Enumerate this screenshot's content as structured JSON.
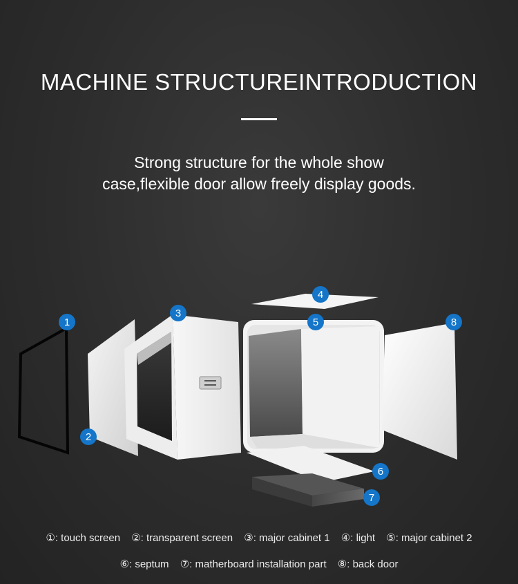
{
  "title": "MACHINE STRUCTUREINTRODUCTION",
  "subtitle": {
    "line1": "Strong structure for the whole show",
    "line2": "case,flexible door allow freely display goods."
  },
  "badges": [
    "1",
    "2",
    "3",
    "4",
    "5",
    "6",
    "7",
    "8"
  ],
  "legend": {
    "row1": [
      "①: touch screen",
      "②: transparent screen",
      "③: major cabinet 1",
      "④: light",
      "⑤: major cabinet 2"
    ],
    "row2": [
      "⑥: septum",
      "⑦: matherboard installation part",
      "⑧: back door"
    ]
  },
  "colors": {
    "badge": "#1475c9",
    "background": "#2d2d2d",
    "panel": "#f2f2f2"
  }
}
